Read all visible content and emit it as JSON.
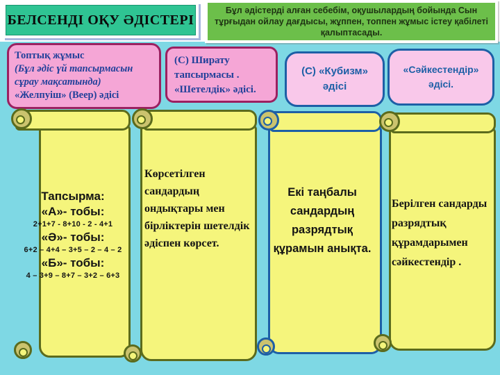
{
  "header": {
    "title": "БЕЛСЕНДІ ОҚУ ӘДІСТЕРІ"
  },
  "intro": {
    "text": "Бұл әдістерді алған себебім, оқушылардың бойында Сын тұрғыдан ойлау дағдысы, жұппен, топпен жұмыс істеу қабілеті қалыптасады."
  },
  "cards": [
    {
      "title": "Топтық  жұмыс",
      "note": "(Бұл әдіс үй тапсырмасын сұрау мақсатында)",
      "method": "«Желпуіш»  (Веер) әдісі"
    },
    {
      "line1": "(С)  Ширату тапсырмасы .",
      "line2": "«Шетелдік» әдісі."
    },
    {
      "text": "(С) «Кубизм» әдісі"
    },
    {
      "text": "«Сәйкестендір» әдісі."
    }
  ],
  "scrolls": [
    {
      "title": "Тапсырма:",
      "groups": [
        {
          "label": "«А»- тобы:",
          "expression": "2+1+7 - 8+10 - 2 - 4+1"
        },
        {
          "label": "«Ә»- тобы:",
          "expression": "6+2 – 4+4 – 3+5 – 2 – 4 – 2"
        },
        {
          "label": "«Б»- тобы:",
          "expression": "4 – 3+9 – 8+7 – 3+2 – 6+3"
        }
      ]
    },
    {
      "text": "Көрсетілген сандардың ондықтары мен бірліктерін шетелдік әдіспен көрсет."
    },
    {
      "text": "Екі таңбалы сандардың разрядтық құрамын анықта."
    },
    {
      "text": "Берілген сандарды разрядтық құрамдарымен сәйкестендір ."
    }
  ],
  "colors": {
    "background": "#7ED8E4",
    "header_bg": "#2FC493",
    "intro_bg": "#6CBF4A",
    "card_pink": "#F5A6D6",
    "card_pink_light": "#F9C8EA",
    "card_border_maroon": "#9B2060",
    "card_border_blue": "#1D5FA6",
    "card_text_blue": "#21409A",
    "scroll_fill": "#F5F57C",
    "scroll_border_olive": "#5B6B1D",
    "scroll_border_blue": "#1D5FA6",
    "curl_fill": "#CBC36E"
  }
}
